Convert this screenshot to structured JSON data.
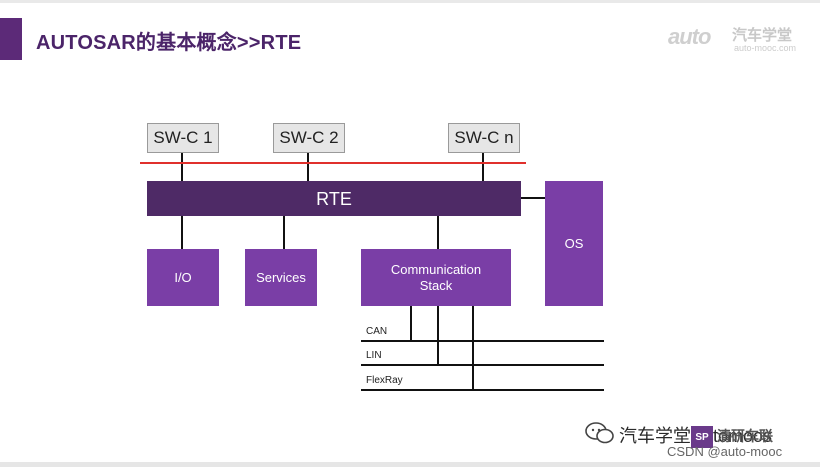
{
  "slide": {
    "title": "AUTOSAR的基本概念>>RTE"
  },
  "logo": {
    "mark": "auto",
    "cn": "汽车学堂",
    "url": "auto-mooc.com"
  },
  "diagram": {
    "components": [
      "SW-C 1",
      "SW-C 2",
      "SW-C n"
    ],
    "rte": "RTE",
    "os": "OS",
    "io": "I/O",
    "services": "Services",
    "comm_stack_line1": "Communication",
    "comm_stack_line2": "Stack",
    "buses": [
      "CAN",
      "LIN",
      "FlexRay"
    ]
  },
  "watermark": {
    "text": "汽车学堂Automoos",
    "seal_glyph": "SP",
    "seal_text": "清研车联",
    "csdn": "CSDN @auto-mooc"
  },
  "colors": {
    "purple_block": "#7a3ea6",
    "rte_bar": "#4e2a66",
    "title": "#4b2469",
    "red_line": "#e0302c"
  }
}
